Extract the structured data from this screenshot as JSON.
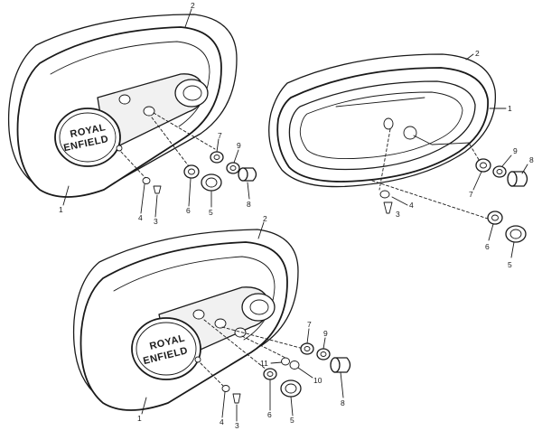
{
  "diagram": {
    "part_numbers": {
      "cover": "1",
      "gasket": "2",
      "screw": "3",
      "washer": "4",
      "cap": "5",
      "seal": "6",
      "seal_washer": "7",
      "plug": "8",
      "fibre_washer": "9",
      "washer_10": "10",
      "washer_11": "11"
    },
    "emblem": {
      "line1": "ROYAL",
      "line2": "ENFIELD"
    }
  }
}
